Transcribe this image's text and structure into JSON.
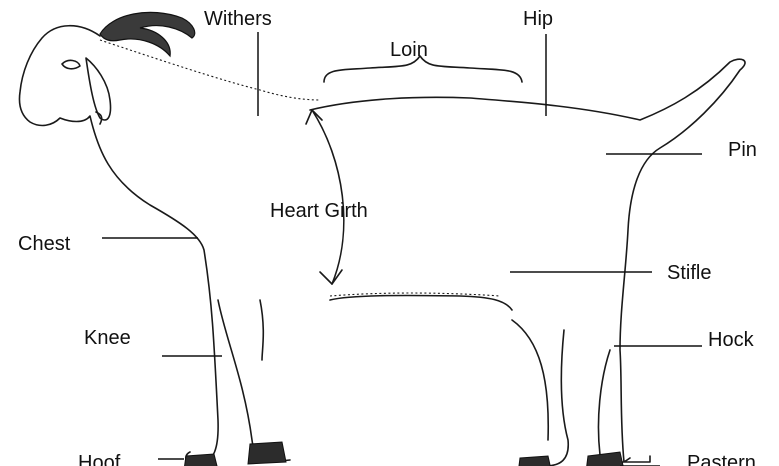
{
  "labels": {
    "withers": "Withers",
    "hip": "Hip",
    "loin": "Loin",
    "pin": "Pin",
    "heart_girth": "Heart Girth",
    "chest": "Chest",
    "stifle": "Stifle",
    "knee": "Knee",
    "hock": "Hock",
    "hoof": "Hoof",
    "pastern": "Pastern"
  },
  "colors": {
    "ink": "#111111",
    "horn": "#3a3a3a",
    "background": "#ffffff"
  }
}
